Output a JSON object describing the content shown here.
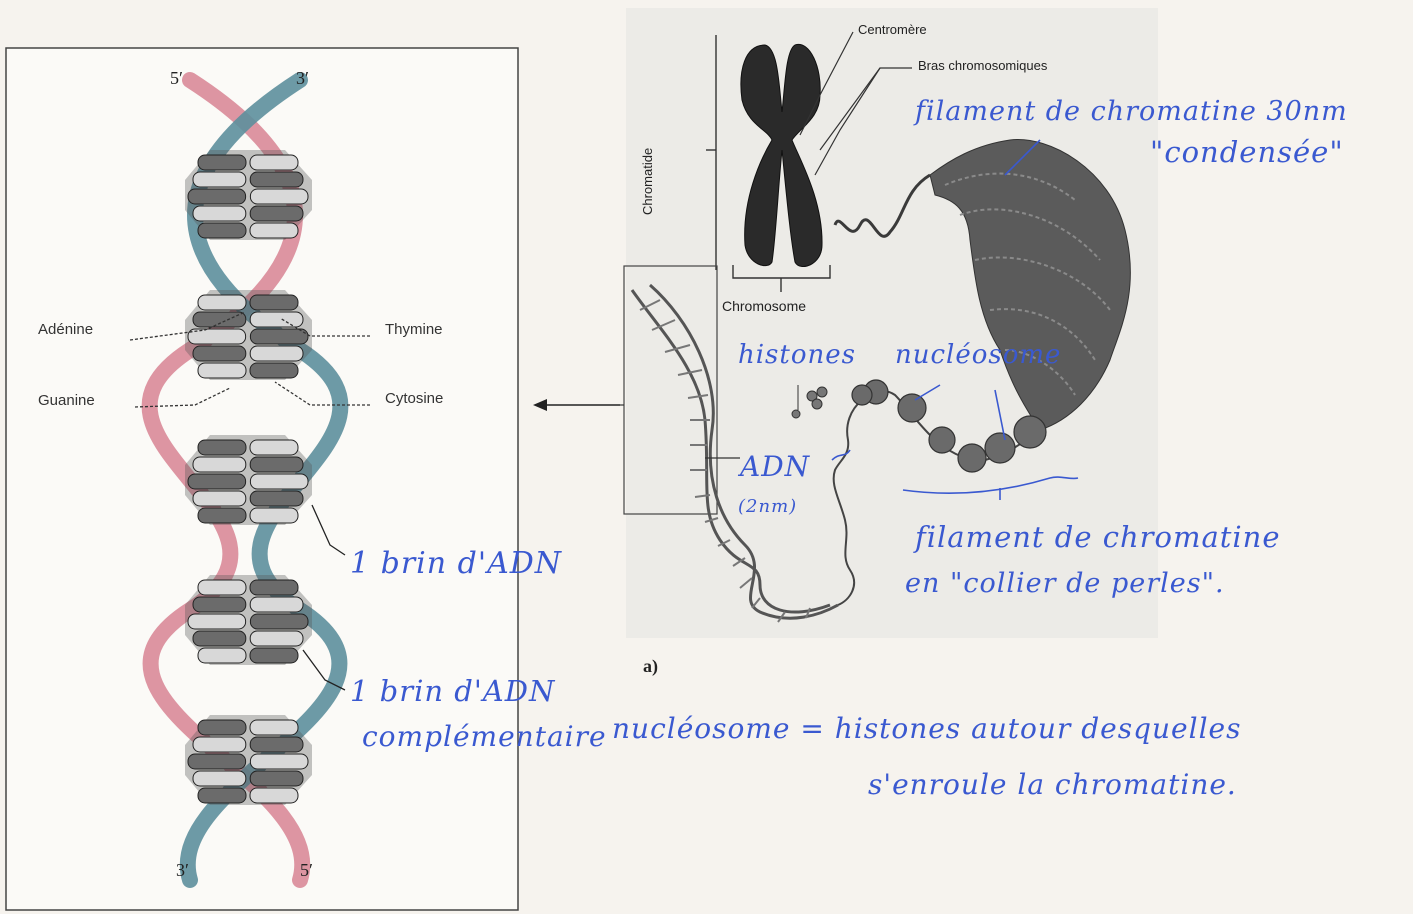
{
  "dna_panel": {
    "top_left_end": "5′",
    "top_right_end": "3′",
    "bottom_left_end": "3′",
    "bottom_right_end": "5′",
    "adenine": "Adénine",
    "thymine": "Thymine",
    "guanine": "Guanine",
    "cytosine": "Cytosine"
  },
  "chromosome_panel": {
    "centromere": "Centromère",
    "bras": "Bras chromosomiques",
    "chromatide": "Chromatide",
    "chromosome": "Chromosome",
    "panel_letter": "a)"
  },
  "handwritten": {
    "chromatine_condensee_line1": "filament de chromatine 30nm",
    "chromatine_condensee_line2": "\"condensée\"",
    "histones": "histones",
    "nucleosome": "nucléosome",
    "adn": "ADN",
    "adn_size": "(2nm)",
    "brin_adn": "1 brin d'ADN",
    "collier_line1": "filament de chromatine",
    "collier_line2": "en \"collier de perles\".",
    "brin_complementaire_line1": "1 brin d'ADN",
    "brin_complementaire_line2": "complémentaire",
    "definition_line1": "nucléosome = histones autour desquelles",
    "definition_line2": "s'enroule la chromatine."
  },
  "colors": {
    "strand_pink": "#d98a98",
    "strand_teal": "#5d8f9c",
    "base_dark": "#6b6b6b",
    "base_light": "#d8d8d8",
    "ink_blue": "#3a59d0"
  }
}
